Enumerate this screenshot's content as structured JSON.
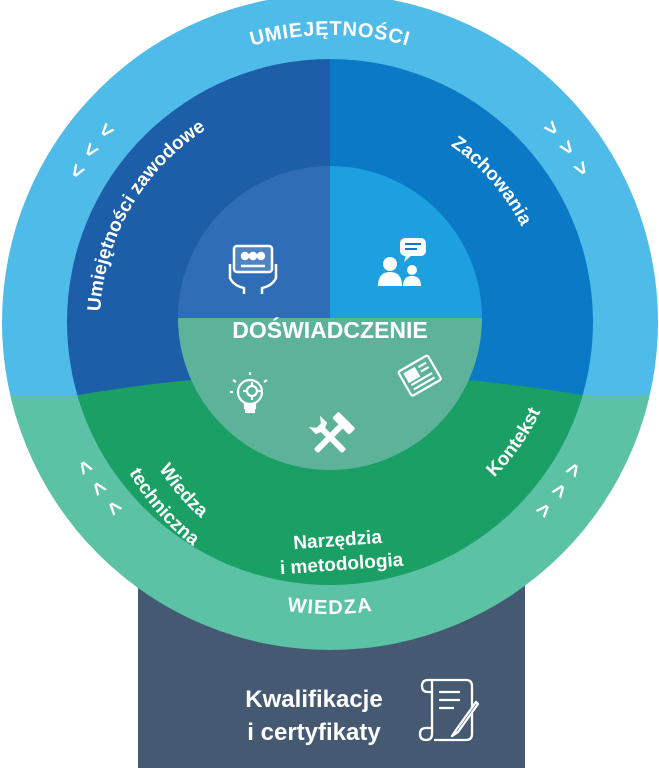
{
  "ring": {
    "top_title": "UMIEJĘTNOŚCI",
    "bottom_title": "WIEDZA",
    "arrows_left": "< < <",
    "arrows_right": "> > >"
  },
  "sectors": {
    "professional_skills": "Umiejętności zawodowe",
    "behaviours": "Zachowania",
    "technical_knowledge_line1": "Wiedza",
    "technical_knowledge_line2": "techniczna",
    "tools_line1": "Narzędzia",
    "tools_line2": "i metodologia",
    "context": "Kontekst"
  },
  "center": {
    "title": "DOŚWIADCZENIE"
  },
  "qualification": {
    "line1": "Kwalifikacje",
    "line2": "i certyfikaty"
  },
  "colors": {
    "outer_blue": "#4fbbe8",
    "outer_green": "#5bc2a5",
    "dark_blue": "#1d5ea8",
    "mid_blue": "#0a79c6",
    "green": "#1aa064",
    "box": "#455a72"
  }
}
